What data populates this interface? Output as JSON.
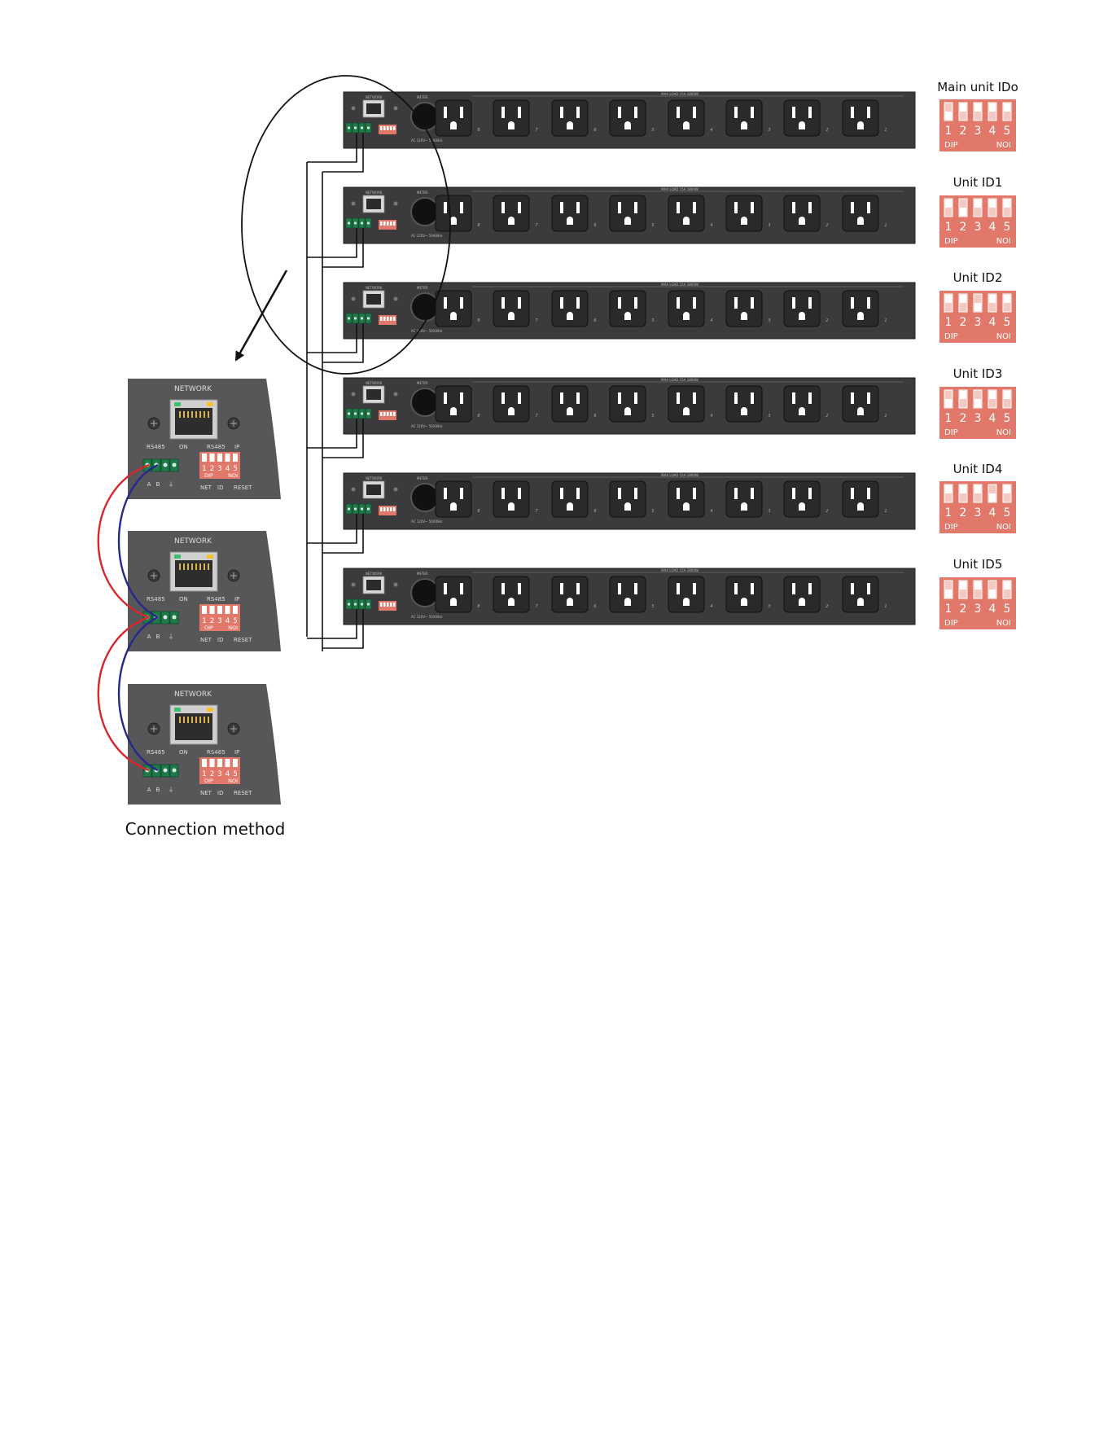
{
  "units": [
    {
      "label": "Main unit IDo",
      "dip_up": [
        false,
        true,
        true,
        true,
        true
      ]
    },
    {
      "label": "Unit ID1",
      "dip_up": [
        true,
        false,
        true,
        true,
        true
      ]
    },
    {
      "label": "Unit ID2",
      "dip_up": [
        true,
        true,
        false,
        true,
        true
      ]
    },
    {
      "label": "Unit ID3",
      "dip_up": [
        false,
        true,
        false,
        true,
        true
      ]
    },
    {
      "label": "Unit ID4",
      "dip_up": [
        true,
        true,
        true,
        false,
        true
      ]
    },
    {
      "label": "Unit ID5",
      "dip_up": [
        false,
        true,
        true,
        false,
        true
      ]
    }
  ],
  "dip_numbers": [
    "1",
    "2",
    "3",
    "4",
    "5"
  ],
  "dip_left": "DIP",
  "dip_right": "NOI",
  "pdu": {
    "network": "NETWORK",
    "meter": "METER",
    "rating": "MAX LOAD 15A 1800W",
    "voltage": "120V~ 50/60Hz",
    "input": "AC 120V~ 50/60Hz",
    "outlet_numbers": [
      "8",
      "7",
      "6",
      "5",
      "4",
      "3",
      "2",
      "1"
    ]
  },
  "panel": {
    "network": "NETWORK",
    "rs485": "RS485",
    "on": "ON",
    "rs485_dip": "RS485",
    "ip": "IP",
    "a": "A",
    "b": "B",
    "ground": "⏚",
    "net": "NET",
    "id": "ID",
    "reset": "RESET"
  },
  "caption": "Connection method",
  "colors": {
    "pdu_body": "#3b3b3d",
    "dip_red": "#e2786a",
    "terminal_green": "#1f7a4a",
    "wire_red": "#d6282c",
    "wire_blue": "#28288c"
  }
}
